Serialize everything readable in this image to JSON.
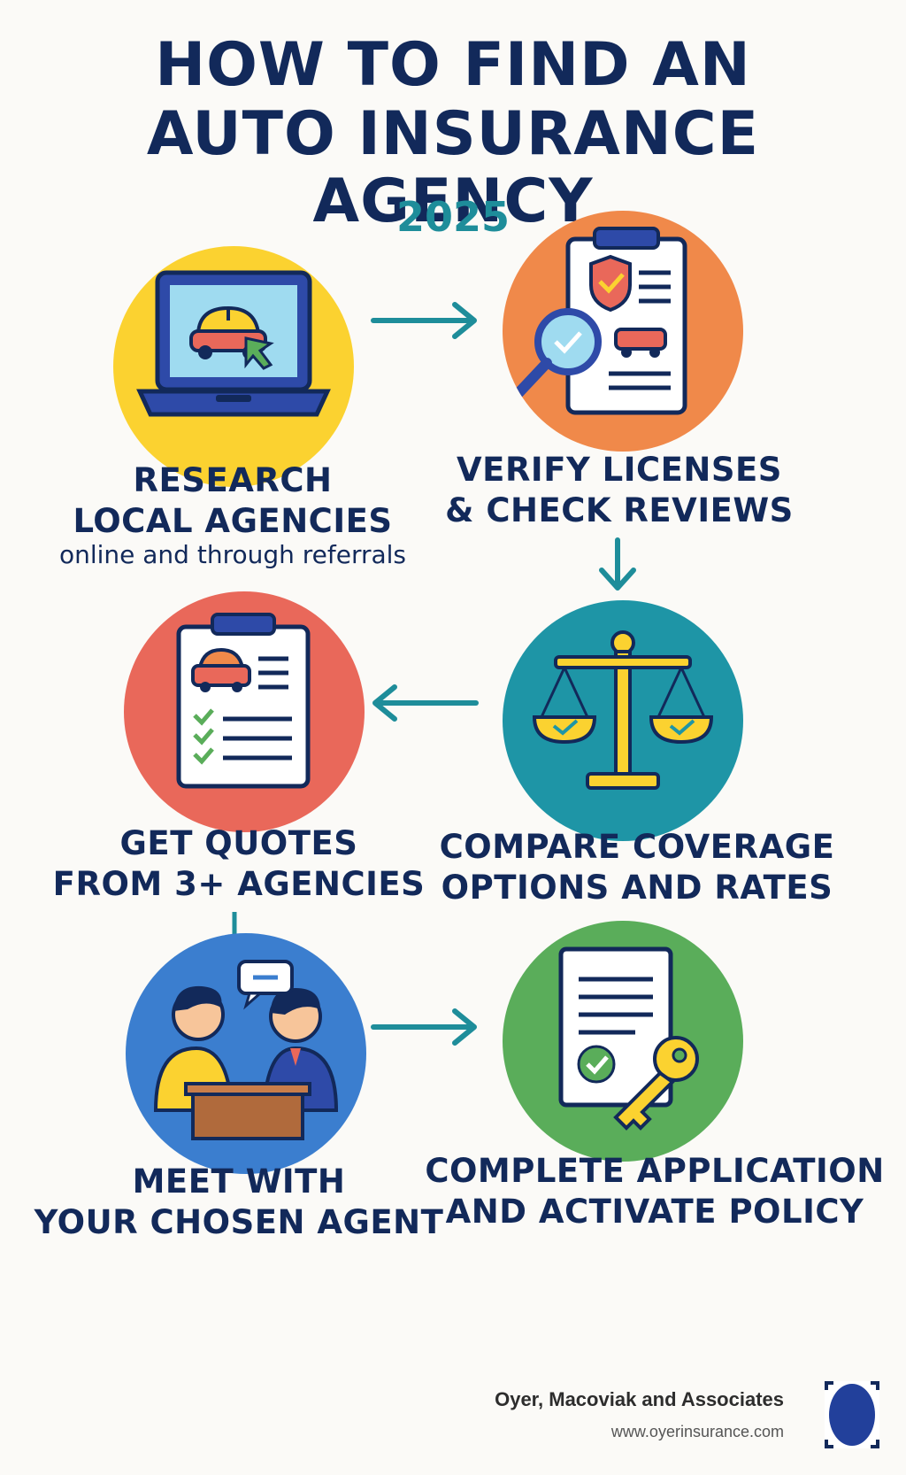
{
  "header": {
    "title_line1": "HOW TO FIND AN",
    "title_line2": "AUTO INSURANCE AGENCY",
    "year": "2025"
  },
  "steps": [
    {
      "line1": "RESEARCH",
      "line2": "LOCAL AGENCIES",
      "sub": "online and through referrals",
      "icon": "laptop-car-icon",
      "color": "#fbd230"
    },
    {
      "line1": "VERIFY LICENSES",
      "line2": "& CHECK REVIEWS",
      "icon": "clipboard-magnifier-icon",
      "color": "#f0894a"
    },
    {
      "line1": "COMPARE COVERAGE",
      "line2": "OPTIONS AND RATES",
      "icon": "scales-icon",
      "color": "#1e95a6"
    },
    {
      "line1": "GET QUOTES",
      "line2": "FROM 3+ AGENCIES",
      "icon": "quote-checklist-icon",
      "color": "#e9685a"
    },
    {
      "line1": "MEET WITH",
      "line2": "YOUR CHOSEN AGENT",
      "icon": "meeting-icon",
      "color": "#3b7ecf"
    },
    {
      "line1": "COMPLETE APPLICATION",
      "line2": "AND ACTIVATE POLICY",
      "icon": "document-key-icon",
      "color": "#5aad5a"
    }
  ],
  "footer": {
    "company": "Oyer, Macoviak and Associates",
    "url": "www.oyerinsurance.com",
    "logo_icon": "company-logo-icon"
  },
  "colors": {
    "navy": "#12295a",
    "teal": "#1e8d9a",
    "background": "#fbfaf7"
  }
}
